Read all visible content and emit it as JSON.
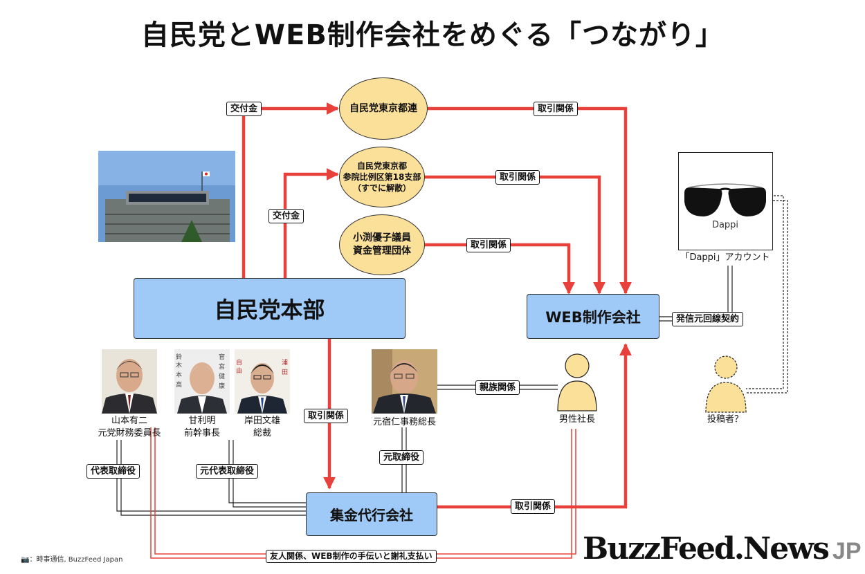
{
  "title": "自民党とWEB制作会社をめぐる「つながり」",
  "nodes": {
    "jimin_honbu": "自民党本部",
    "web_company": "WEB制作会社",
    "shukin_company": "集金代行会社",
    "tokyo_toren": "自民党東京都連",
    "branch18_line1": "自民党東京都",
    "branch18_line2": "参院比例区第18支部",
    "branch18_line3": "（すでに解散）",
    "obuchi_line1": "小渕優子議員",
    "obuchi_line2": "資金管理団体"
  },
  "edge_labels": {
    "koufukin_1": "交付金",
    "koufukin_2": "交付金",
    "torihiki_1": "取引関係",
    "torihiki_2": "取引関係",
    "torihiki_3": "取引関係",
    "torihiki_4": "取引関係",
    "torihiki_5": "取引関係",
    "hasshin": "発信元回線契約",
    "shinzoku": "親族関係",
    "daihyo": "代表取締役",
    "moto_daihyo": "元代表取締役",
    "moto_torishimari": "元取締役",
    "yujin": "友人関係、WEB制作の手伝いと謝礼支払い"
  },
  "people": {
    "yamamoto_name": "山本有二",
    "yamamoto_role": "元党財務委員長",
    "amari_name": "甘利明",
    "amari_role": "前幹事長",
    "kishida_name": "岸田文雄",
    "kishida_role": "総裁",
    "motojuku_name": "元宿仁事務総長",
    "male_president": "男性社長",
    "dappi_account": "「Dappi」アカウント",
    "poster": "投稿者？",
    "dappi_logo_text": "Dappi"
  },
  "credit": "📷：時事通信, BuzzFeed Japan",
  "logo": {
    "main": "BuzzFeed.News",
    "suffix": "JP"
  },
  "colors": {
    "red": "#e8403a",
    "oval": "#fbe09a",
    "box": "#9fc9f6"
  }
}
